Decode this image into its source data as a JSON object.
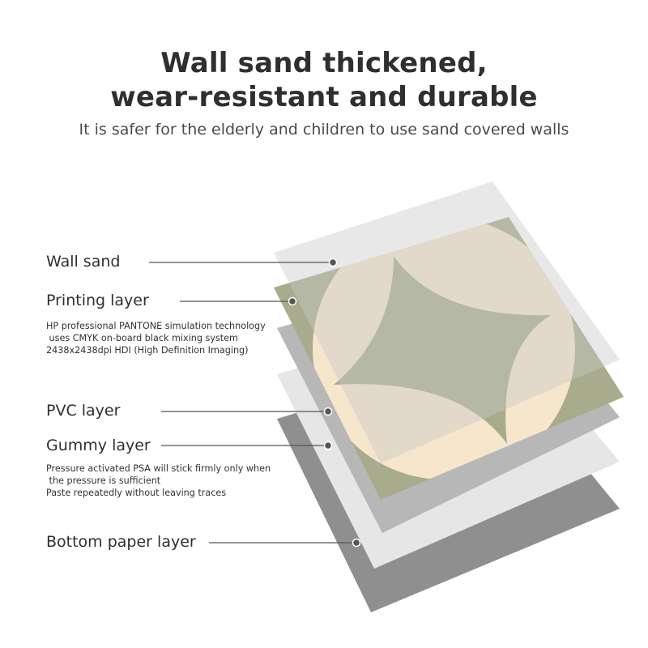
{
  "title_line1": "Wall sand thickened,",
  "title_line2": "wear-resistant and durable",
  "subtitle": "It is safer for the elderly and children to use sand covered walls",
  "layers": {
    "wall_sand": {
      "label": "Wall sand"
    },
    "printing": {
      "label": "Printing layer",
      "description": [
        "HP professional PANTONE simulation technology",
        " uses CMYK on-board black mixing system",
        "2438x2438dpi HDI (High Definition Imaging)"
      ]
    },
    "pvc": {
      "label": "PVC layer"
    },
    "gummy": {
      "label": "Gummy layer",
      "description": [
        "Pressure activated PSA will stick firmly only when",
        " the pressure is sufficient",
        "Paste repeatedly without leaving traces"
      ]
    },
    "bottom_paper": {
      "label": "Bottom paper layer"
    }
  },
  "colors": {
    "bottom_paper": "#8f8f8f",
    "gummy": "#e6e6e6",
    "pvc": "#b7b7b7",
    "printing_bg": "#a8ac8c",
    "pattern_light": "#f5e6cc",
    "wall_sand": "#c8c8c8",
    "leader_line": "#555555"
  }
}
